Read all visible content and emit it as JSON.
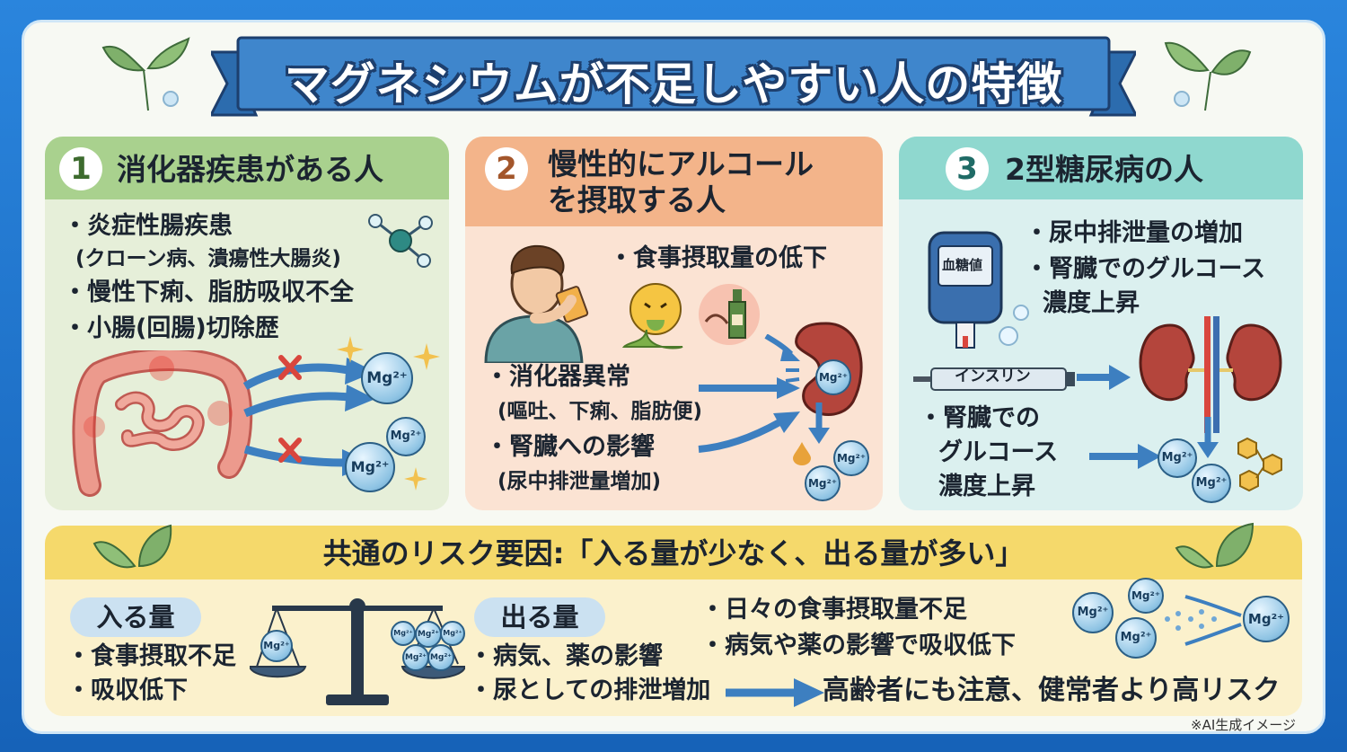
{
  "title": "マグネシウムが不足しやすい人の特徴",
  "cards": [
    {
      "num": "1",
      "heading": "消化器疾患がある人",
      "items": [
        "・炎症性腸疾患",
        "(クローン病、潰瘍性大腸炎)",
        "・慢性下痢、脂肪吸収不全",
        "・小腸(回腸)切除歴"
      ]
    },
    {
      "num": "2",
      "heading_line1": "慢性的にアルコール",
      "heading_line2": "を摂取する人",
      "items": [
        "・食事摂取量の低下",
        "・消化器異常",
        "(嘔吐、下痢、脂肪便)",
        "・腎臓への影響",
        "(尿中排泄量増加)"
      ]
    },
    {
      "num": "3",
      "heading": "2型糖尿病の人",
      "items": [
        "・尿中排泄量の増加",
        "・腎臓でのグルコース",
        "濃度上昇",
        "・腎臓での",
        "グルコース",
        "濃度上昇"
      ],
      "meter_label": "血糖値",
      "syringe_label": "インスリン"
    }
  ],
  "common": {
    "heading": "共通のリスク要因:「入る量が少なく、出る量が多い」",
    "in_label": "入る量",
    "in_items": [
      "・食事摂取不足",
      "・吸収低下"
    ],
    "out_label": "出る量",
    "out_items": [
      "・病気、薬の影響",
      "・尿としての排泄増加"
    ],
    "points": [
      "・日々の食事摂取量不足",
      "・病気や薬の影響で吸収低下"
    ],
    "conclusion": "高齢者にも注意、健常者より高リスク"
  },
  "mg_label": "Mg²⁺",
  "footnote": "※AI生成イメージ",
  "colors": {
    "card1_head": "#a9d18e",
    "card1_body": "#e6efd9",
    "card2_head": "#f3b48a",
    "card2_body": "#fbe3d3",
    "card3_head": "#8fd8cf",
    "card3_body": "#dbf0ef",
    "common_head": "#f5d96b",
    "common_body": "#fbf1cc",
    "banner": "#3f86cc",
    "arrow": "#3d7fc0"
  }
}
